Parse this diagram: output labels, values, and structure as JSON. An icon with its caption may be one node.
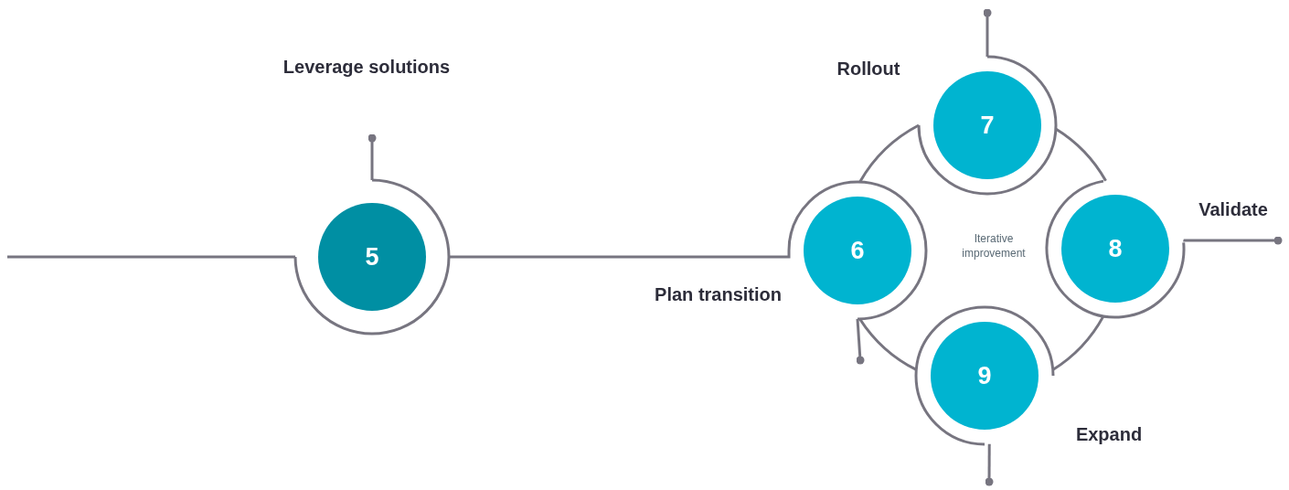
{
  "diagram": {
    "nodes": [
      {
        "text": [
          "5"
        ]
      },
      {
        "text": [
          "6"
        ],
        "beside": [
          "Plan transition"
        ]
      },
      {
        "text": [
          "7"
        ],
        "beside": [
          "Rollout"
        ]
      },
      {
        "text": [
          "8"
        ],
        "beside": [
          "Validate"
        ]
      },
      {
        "text": [
          "9"
        ],
        "beside": [
          "Expand"
        ]
      }
    ],
    "edges": [
      {
        "from": null,
        "to": 0,
        "arrow": "none"
      },
      {
        "from": 0,
        "to": 1,
        "arrow": "none"
      },
      {
        "from": 1,
        "to": 2,
        "arrow": "none"
      },
      {
        "from": 2,
        "to": 3,
        "arrow": "none"
      },
      {
        "from": 3,
        "to": 4,
        "arrow": "none"
      },
      {
        "from": 4,
        "to": 1,
        "arrow": "none"
      },
      {
        "from": 0,
        "to": null,
        "arrow": "other"
      },
      {
        "from": 1,
        "to": null,
        "arrow": "other"
      },
      {
        "from": 2,
        "to": null,
        "arrow": "other"
      },
      {
        "from": 3,
        "to": null,
        "arrow": "other"
      },
      {
        "from": 4,
        "to": null,
        "arrow": "other"
      }
    ],
    "labels": [
      "Leverage solutions",
      "Iterative improvement"
    ]
  }
}
